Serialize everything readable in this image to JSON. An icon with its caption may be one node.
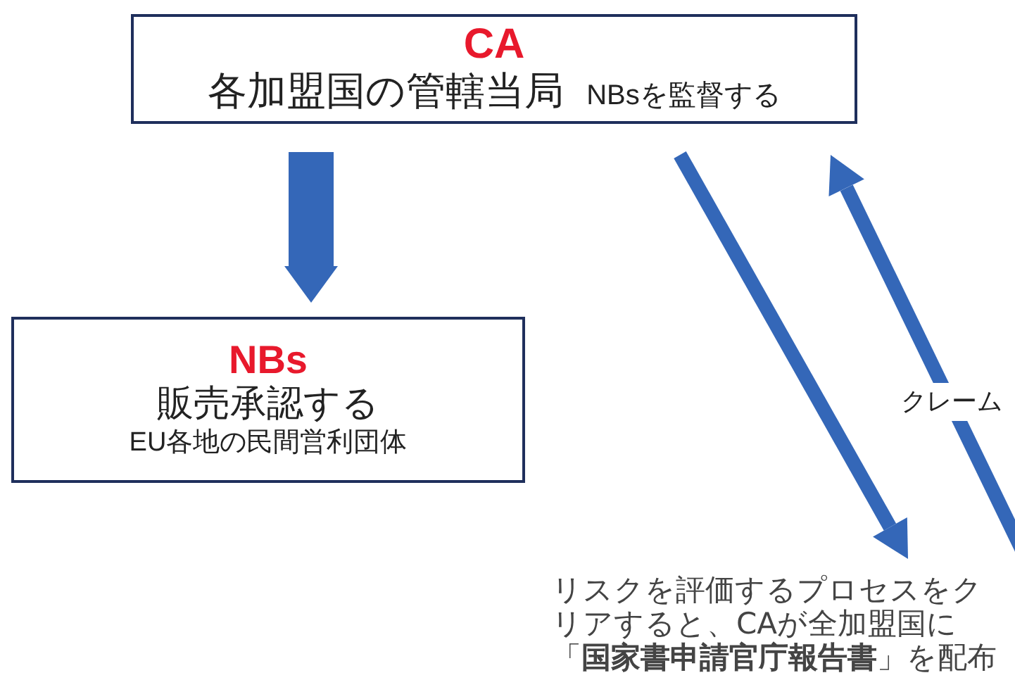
{
  "diagram": {
    "nodes": [
      {
        "text": [
          "CA",
          "各加盟国の管轄当局",
          "NBsを監督する"
        ]
      },
      {
        "text": [
          "NBs",
          "販売承認する",
          "EU各地の民間営利団体"
        ]
      },
      {
        "text": [
          "リスクを評価するプロセスをクリアすると、CAが全加盟国に「**国家書申請官庁報告書**」を配布"
        ]
      }
    ],
    "edges": [
      {
        "from": 0,
        "to": 1,
        "arrow": "to",
        "style": "thick"
      },
      {
        "from": 0,
        "to": 2,
        "arrow": "to"
      },
      {
        "from": null,
        "to": 0,
        "arrow": "to"
      }
    ],
    "labels": [
      "クレーム"
    ]
  }
}
